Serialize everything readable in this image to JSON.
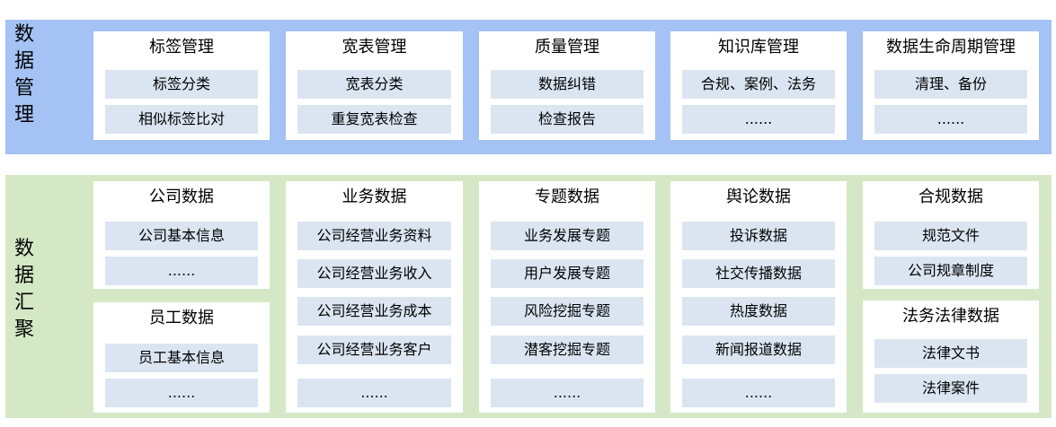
{
  "sections": [
    {
      "label_chars": [
        "数",
        "据",
        "管",
        "理"
      ],
      "cards": [
        {
          "title": "标签管理",
          "items": [
            "标签分类",
            "相似标签比对"
          ]
        },
        {
          "title": "宽表管理",
          "items": [
            "宽表分类",
            "重复宽表检查"
          ]
        },
        {
          "title": "质量管理",
          "items": [
            "数据纠错",
            "检查报告"
          ]
        },
        {
          "title": "知识库管理",
          "items": [
            "合规、案例、法务",
            "......"
          ]
        },
        {
          "title": "数据生命周期管理",
          "items": [
            "清理、备份",
            "......"
          ]
        }
      ]
    },
    {
      "label_chars": [
        "数",
        "据",
        "汇",
        "聚"
      ],
      "cards": [
        {
          "title": "公司数据",
          "items": [
            "公司基本信息",
            "......"
          ]
        },
        {
          "title": "员工数据",
          "items": [
            "员工基本信息",
            "......"
          ]
        },
        {
          "title": "业务数据",
          "items": [
            "公司经营业务资料",
            "公司经营业务收入",
            "公司经营业务成本",
            "公司经营业务客户",
            "......"
          ]
        },
        {
          "title": "专题数据",
          "items": [
            "业务发展专题",
            "用户发展专题",
            "风险挖掘专题",
            "潜客挖掘专题",
            "......"
          ]
        },
        {
          "title": "舆论数据",
          "items": [
            "投诉数据",
            "社交传播数据",
            "热度数据",
            "新闻报道数据",
            "......"
          ]
        },
        {
          "title": "合规数据",
          "items": [
            "规范文件",
            "公司规章制度"
          ]
        },
        {
          "title": "法务法律数据",
          "items": [
            "法律文书",
            "法律案件"
          ]
        }
      ]
    }
  ],
  "colors": {
    "management_bg": "#a4c2f4",
    "aggregation_bg": "#d5e8c6",
    "card_bg": "#ffffff",
    "item_bg": "#dbe5f2"
  }
}
